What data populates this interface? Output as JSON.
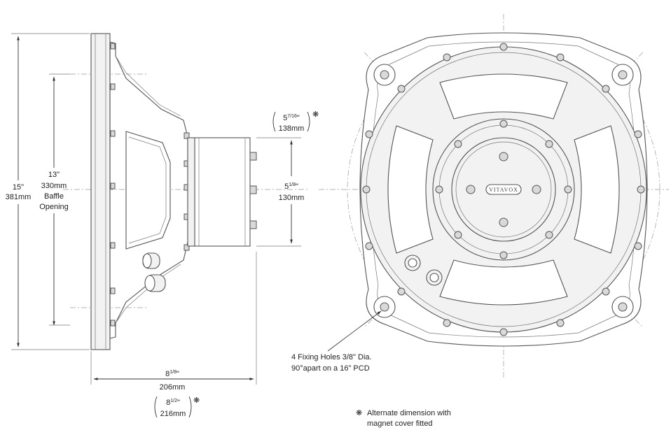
{
  "left_view": {
    "overall": {
      "value": "15\"",
      "metric": "381mm"
    },
    "baffle": {
      "value": "13\"",
      "metric": "330mm",
      "line1": "Baffle",
      "line2": "Opening"
    },
    "magnet": {
      "value_main": "5",
      "value_sup": "1/8",
      "value_unit": "\"",
      "metric": "130mm"
    },
    "magnet_alt": {
      "value_main": "5",
      "value_sup": "7/16",
      "value_unit": "\"",
      "metric": "138mm",
      "mark": "❋"
    },
    "depth": {
      "value_main": "8",
      "value_sup": "1/8",
      "value_unit": "\"",
      "metric": "206mm"
    },
    "depth_alt": {
      "value_main": "8",
      "value_sup": "1/2",
      "value_unit": "\"",
      "metric": "216mm",
      "mark": "❋"
    }
  },
  "right_view": {
    "logo": "VITAVOX",
    "fixing_note": {
      "line1": "4 Fixing Holes 3/8\" Dia.",
      "line2": "90°apart on a 16\" PCD"
    }
  },
  "footnote": {
    "mark": "❋",
    "line1": "Alternate dimension with",
    "line2": "magnet cover fitted"
  }
}
